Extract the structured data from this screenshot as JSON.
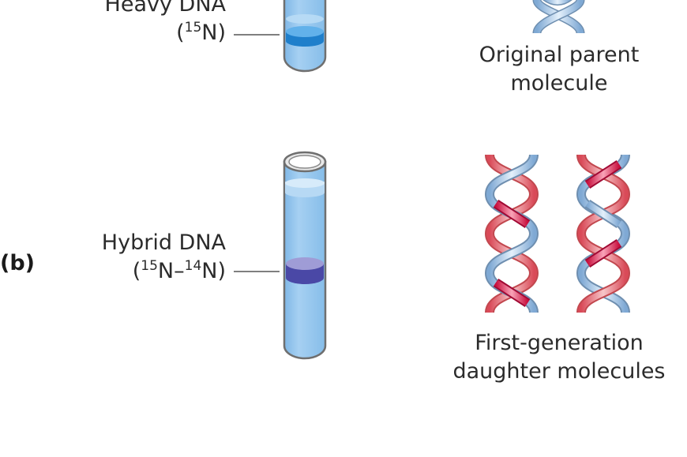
{
  "panel_a": {
    "band_label_line1": "Heavy DNA",
    "band_label_line2_open": "(",
    "band_label_line2_sup": "15",
    "band_label_line2_rest": "N)",
    "caption_line1": "Original parent",
    "caption_line2": "molecule"
  },
  "panel_b": {
    "letter": "(b)",
    "band_label_line1": "Hybrid DNA",
    "band_label_line2_open": "(",
    "band_label_line2_sup1": "15",
    "band_label_line2_mid": "N–",
    "band_label_line2_sup2": "14",
    "band_label_line2_rest": "N)",
    "caption_line1": "First-generation",
    "caption_line2": "daughter molecules"
  },
  "colors": {
    "tube_fill": "#93c5ec",
    "tube_outline": "#707070",
    "heavy_band": "#1f86d1",
    "hybrid_band": "#4b4ba8",
    "old_strand": "#b9d4ee",
    "new_strand": "#e8386a"
  }
}
